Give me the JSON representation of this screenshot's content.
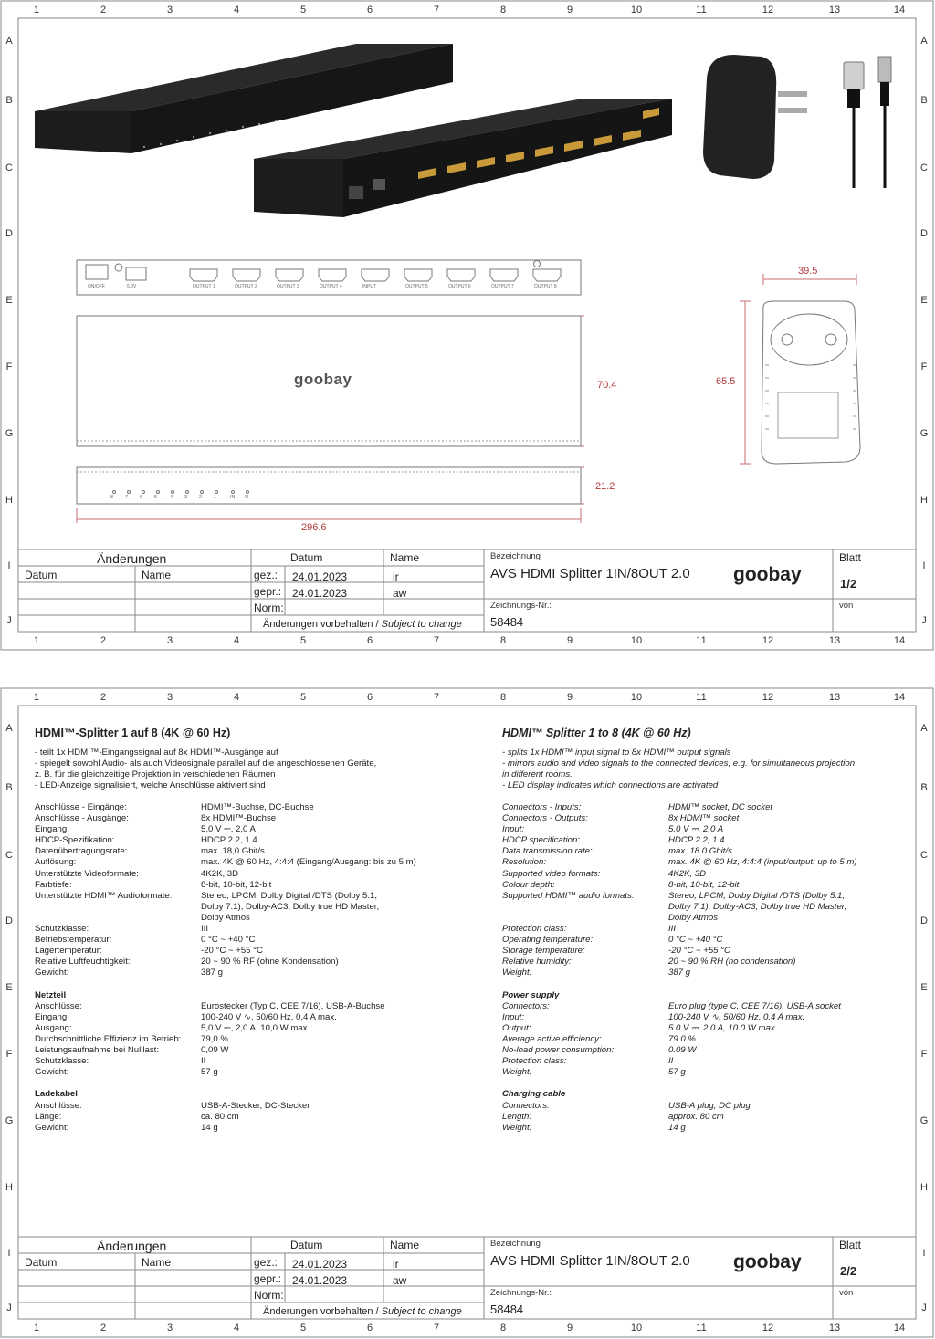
{
  "grid": {
    "columns": [
      "1",
      "2",
      "3",
      "4",
      "5",
      "6",
      "7",
      "8",
      "9",
      "10",
      "11",
      "12",
      "13",
      "14"
    ],
    "rows": [
      "A",
      "B",
      "C",
      "D",
      "E",
      "F",
      "G",
      "H",
      "I",
      "J"
    ]
  },
  "drawing": {
    "ports_front": [
      "ON/OFF",
      "5.0V",
      "OUTPUT 1",
      "OUTPUT 2",
      "OUTPUT 3",
      "OUTPUT 4",
      "INPUT",
      "OUTPUT 5",
      "OUTPUT 6",
      "OUTPUT 7",
      "OUTPUT 8"
    ],
    "leds": [
      "8",
      "7",
      "6",
      "5",
      "4",
      "3",
      "2",
      "1",
      "IN",
      "O"
    ],
    "brand": "goobay",
    "dims": {
      "height": "70.4",
      "depth": "21.2",
      "width": "296.6",
      "adapter_w": "39.5",
      "adapter_h": "65.5"
    }
  },
  "titleblock": {
    "changes": "Änderungen",
    "date_col": "Datum",
    "name_col": "Name",
    "datum": "Datum",
    "name": "Name",
    "gez": "gez.:",
    "gez_date": "24.01.2023",
    "gez_name": "ir",
    "gepr": "gepr.:",
    "gepr_date": "24.01.2023",
    "gepr_name": "aw",
    "norm": "Norm:",
    "subject_de": "Änderungen vorbehalten / ",
    "subject_en": "Subject to change",
    "bezeichnung": "Bezeichnung",
    "title": "AVS HDMI Splitter 1IN/8OUT 2.0",
    "zeichnungs": "Zeichnungs-Nr.:",
    "number": "58484",
    "blatt": "Blatt",
    "von": "von",
    "sheet1": "1/2",
    "sheet2": "2/2",
    "logo": "goobay"
  },
  "spec_de": {
    "title": "HDMI™-Splitter 1 auf 8 (4K @ 60 Hz)",
    "bullets": [
      "- teilt 1x HDMI™-Eingangssignal auf 8x HDMI™-Ausgänge auf",
      "- spiegelt sowohl Audio- als auch Videosignale parallel auf die angeschlossenen Geräte,",
      "   z. B. für die gleichzeitige Projektion in verschiedenen Räumen",
      "- LED-Anzeige signalisiert, welche Anschlüsse aktiviert sind"
    ],
    "rows": [
      {
        "l": "Anschlüsse - Eingänge:",
        "v": "HDMI™-Buchse, DC-Buchse"
      },
      {
        "l": "Anschlüsse - Ausgänge:",
        "v": "8x HDMI™-Buchse"
      },
      {
        "l": "Eingang:",
        "v": "5,0 V ⎓, 2,0 A"
      },
      {
        "l": "HDCP-Spezifikation:",
        "v": "HDCP 2.2, 1.4"
      },
      {
        "l": "Datenübertragungsrate:",
        "v": "max. 18,0 Gbit/s"
      },
      {
        "l": "Auflösung:",
        "v": "max. 4K @ 60 Hz, 4:4:4 (Eingang/Ausgang: bis zu 5 m)"
      },
      {
        "l": "Unterstützte Videoformate:",
        "v": "4K2K, 3D"
      },
      {
        "l": "Farbtiefe:",
        "v": "8-bit, 10-bit, 12-bit"
      },
      {
        "l": "Unterstützte HDMI™ Audioformate:",
        "v": "Stereo, LPCM, Dolby Digital /DTS (Dolby 5.1,"
      },
      {
        "l": "",
        "v": "Dolby 7.1), Dolby-AC3, Dolby true HD Master,"
      },
      {
        "l": "",
        "v": "Dolby Atmos"
      },
      {
        "l": "Schutzklasse:",
        "v": "III"
      },
      {
        "l": "Betriebstemperatur:",
        "v": "0 °C ~ +40 °C"
      },
      {
        "l": "Lagertemperatur:",
        "v": "-20 °C ~ +55 °C"
      },
      {
        "l": "Relative Luftfeuchtigkeit:",
        "v": "20 ~ 90 % RF (ohne Kondensation)"
      },
      {
        "l": "Gewicht:",
        "v": "387 g"
      },
      {
        "l": "",
        "v": ""
      },
      {
        "l": "Netzteil",
        "v": "",
        "h": true
      },
      {
        "l": "Anschlüsse:",
        "v": "Eurostecker (Typ C, CEE 7/16), USB-A-Buchse"
      },
      {
        "l": "Eingang:",
        "v": "100-240 V ∿, 50/60 Hz, 0,4 A max."
      },
      {
        "l": "Ausgang:",
        "v": "5,0 V ⎓, 2,0 A, 10,0 W max."
      },
      {
        "l": "Durchschnittliche Effizienz im Betrieb:",
        "v": "79,0 %"
      },
      {
        "l": "Leistungsaufnahme bei Nulllast:",
        "v": "0,09 W"
      },
      {
        "l": "Schutzklasse:",
        "v": "II"
      },
      {
        "l": "Gewicht:",
        "v": "57 g"
      },
      {
        "l": "",
        "v": ""
      },
      {
        "l": "Ladekabel",
        "v": "",
        "h": true
      },
      {
        "l": "Anschlüsse:",
        "v": "USB-A-Stecker, DC-Stecker"
      },
      {
        "l": "Länge:",
        "v": "ca. 80 cm"
      },
      {
        "l": "Gewicht:",
        "v": "14 g"
      }
    ]
  },
  "spec_en": {
    "title": "HDMI™ Splitter 1 to 8 (4K @ 60 Hz)",
    "bullets": [
      "- splits 1x HDMI™ input signal to 8x HDMI™ output signals",
      "- mirrors audio and video signals to the connected devices, e.g. for simultaneous projection",
      "   in different rooms.",
      "- LED display  indicates which connections are activated"
    ],
    "rows": [
      {
        "l": "Connectors - Inputs:",
        "v": "HDMI™ socket, DC socket"
      },
      {
        "l": "Connectors - Outputs:",
        "v": "8x HDMI™ socket"
      },
      {
        "l": "Input:",
        "v": "5.0 V ⎓, 2.0 A"
      },
      {
        "l": "HDCP specification:",
        "v": "HDCP 2.2, 1.4"
      },
      {
        "l": "Data transmission rate:",
        "v": "max. 18.0 Gbit/s"
      },
      {
        "l": "Resolution:",
        "v": "max. 4K @ 60 Hz, 4:4:4 (input/output: up to 5 m)"
      },
      {
        "l": "Supported video formats:",
        "v": "4K2K, 3D"
      },
      {
        "l": "Colour depth:",
        "v": "8-bit, 10-bit, 12-bit"
      },
      {
        "l": "Supported HDMI™ audio formats:",
        "v": "Stereo, LPCM, Dolby Digital /DTS (Dolby 5.1,"
      },
      {
        "l": "",
        "v": "Dolby 7.1), Dolby-AC3, Dolby true HD Master,"
      },
      {
        "l": "",
        "v": "Dolby Atmos"
      },
      {
        "l": "Protection class:",
        "v": "III"
      },
      {
        "l": "Operating temperature:",
        "v": "0 °C ~ +40 °C"
      },
      {
        "l": "Storage temperature:",
        "v": "-20 °C ~ +55 °C"
      },
      {
        "l": "Relative humidity:",
        "v": "20 ~ 90 % RH (no condensation)"
      },
      {
        "l": "Weight:",
        "v": "387 g"
      },
      {
        "l": "",
        "v": ""
      },
      {
        "l": "Power supply",
        "v": "",
        "h": true
      },
      {
        "l": "Connectors:",
        "v": "Euro plug (type C, CEE 7/16), USB-A socket"
      },
      {
        "l": "Input:",
        "v": "100-240 V ∿, 50/60 Hz, 0.4 A max."
      },
      {
        "l": "Output:",
        "v": "5.0 V ⎓, 2.0 A, 10.0 W max."
      },
      {
        "l": "Average active efficiency:",
        "v": "79.0 %"
      },
      {
        "l": "No-load power consumption:",
        "v": "0.09 W"
      },
      {
        "l": "Protection class:",
        "v": "II"
      },
      {
        "l": "Weight:",
        "v": "57 g"
      },
      {
        "l": "",
        "v": ""
      },
      {
        "l": "Charging cable",
        "v": "",
        "h": true
      },
      {
        "l": "Connectors:",
        "v": "USB-A plug, DC plug"
      },
      {
        "l": "Length:",
        "v": "approx. 80 cm"
      },
      {
        "l": "Weight:",
        "v": "14 g"
      }
    ]
  }
}
